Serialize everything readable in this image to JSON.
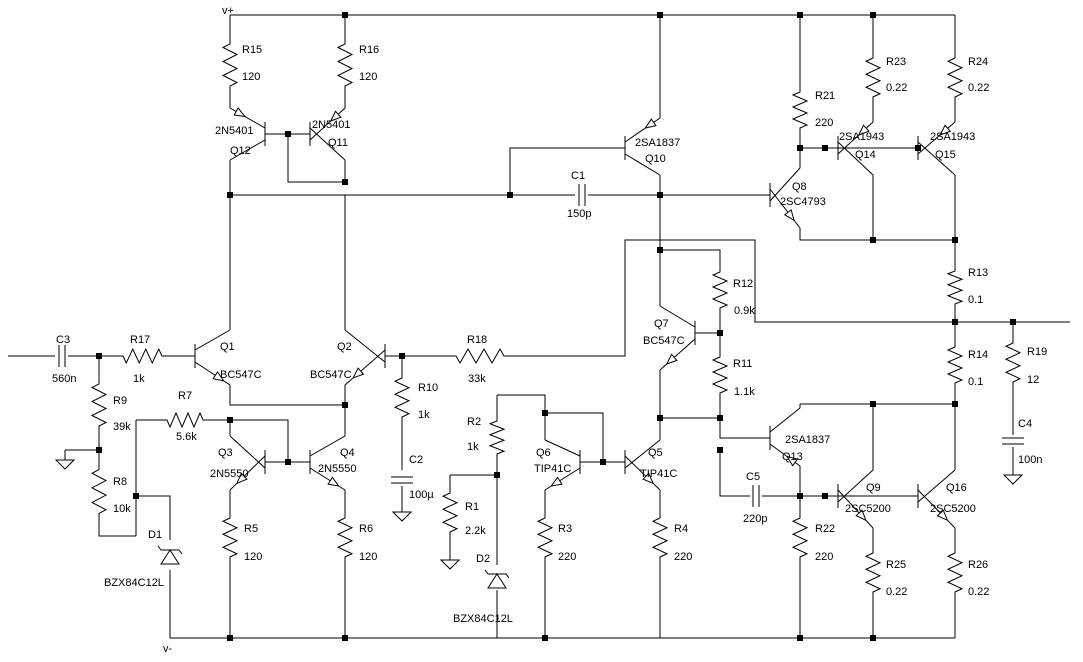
{
  "rails": {
    "positive": "v+",
    "negative": "v-"
  },
  "transistors": [
    {
      "ref": "Q1",
      "part": "BC547C"
    },
    {
      "ref": "Q2",
      "part": "BC547C"
    },
    {
      "ref": "Q3",
      "part": "2N5550"
    },
    {
      "ref": "Q4",
      "part": "2N5550"
    },
    {
      "ref": "Q5",
      "part": "TIP41C"
    },
    {
      "ref": "Q6",
      "part": "TIP41C"
    },
    {
      "ref": "Q7",
      "part": "BC547C"
    },
    {
      "ref": "Q8",
      "part": "2SC4793"
    },
    {
      "ref": "Q9",
      "part": "2SC5200"
    },
    {
      "ref": "Q10",
      "part": "2SA1837"
    },
    {
      "ref": "Q11",
      "part": "2N5401"
    },
    {
      "ref": "Q12",
      "part": "2N5401"
    },
    {
      "ref": "Q13",
      "part": "2SA1837"
    },
    {
      "ref": "Q14",
      "part": "2SA1943"
    },
    {
      "ref": "Q15",
      "part": "2SA1943"
    },
    {
      "ref": "Q16",
      "part": "2SC5200"
    }
  ],
  "resistors": [
    {
      "ref": "R1",
      "value": "2.2k"
    },
    {
      "ref": "R2",
      "value": "1k"
    },
    {
      "ref": "R3",
      "value": "220"
    },
    {
      "ref": "R4",
      "value": "220"
    },
    {
      "ref": "R5",
      "value": "120"
    },
    {
      "ref": "R6",
      "value": "120"
    },
    {
      "ref": "R7",
      "value": "5.6k"
    },
    {
      "ref": "R8",
      "value": "10k"
    },
    {
      "ref": "R9",
      "value": "39k"
    },
    {
      "ref": "R10",
      "value": "1k"
    },
    {
      "ref": "R11",
      "value": "1.1k"
    },
    {
      "ref": "R12",
      "value": "0.9k"
    },
    {
      "ref": "R13",
      "value": "0.1"
    },
    {
      "ref": "R14",
      "value": "0.1"
    },
    {
      "ref": "R15",
      "value": "120"
    },
    {
      "ref": "R16",
      "value": "120"
    },
    {
      "ref": "R17",
      "value": "1k"
    },
    {
      "ref": "R18",
      "value": "33k"
    },
    {
      "ref": "R19",
      "value": "12"
    },
    {
      "ref": "R21",
      "value": "220"
    },
    {
      "ref": "R22",
      "value": "220"
    },
    {
      "ref": "R23",
      "value": "0.22"
    },
    {
      "ref": "R24",
      "value": "0.22"
    },
    {
      "ref": "R25",
      "value": "0.22"
    },
    {
      "ref": "R26",
      "value": "0.22"
    }
  ],
  "capacitors": [
    {
      "ref": "C1",
      "value": "150p"
    },
    {
      "ref": "C2",
      "value": "100µ"
    },
    {
      "ref": "C3",
      "value": "560n"
    },
    {
      "ref": "C4",
      "value": "100n"
    },
    {
      "ref": "C5",
      "value": "220p"
    }
  ],
  "diodes": [
    {
      "ref": "D1",
      "part": "BZX84C12L"
    },
    {
      "ref": "D2",
      "part": "BZX84C12L"
    }
  ]
}
